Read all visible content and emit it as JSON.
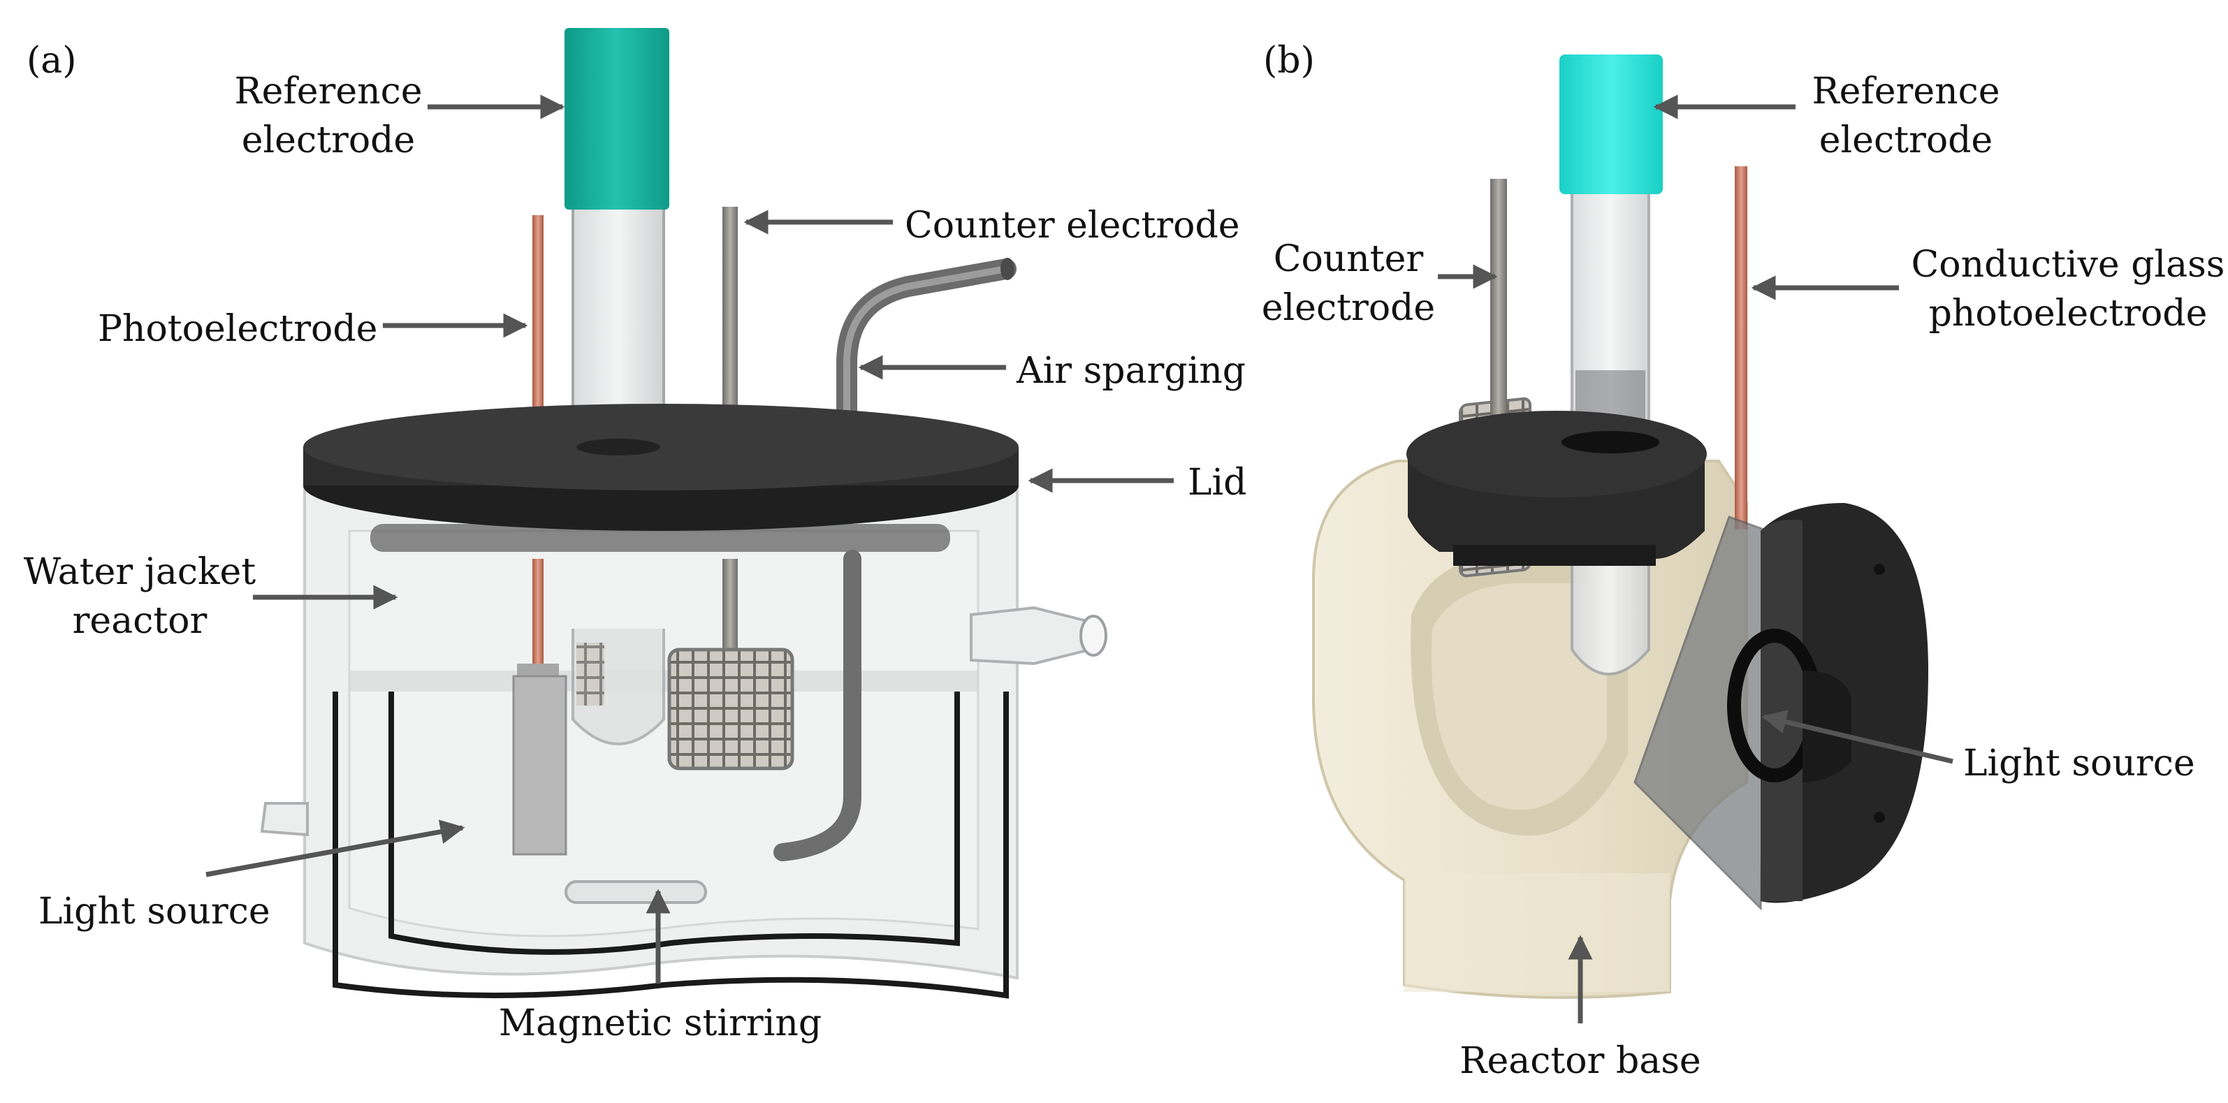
{
  "panel_a": {
    "tag": "(a)",
    "labels": {
      "reference_electrode": [
        "Reference",
        "electrode"
      ],
      "photoelectrode": "Photoelectrode",
      "counter_electrode": "Counter electrode",
      "air_sparging": "Air sparging",
      "lid": "Lid",
      "water_jacket_reactor": [
        "Water jacket",
        "reactor"
      ],
      "light_source": "Light source",
      "magnetic_stirring": "Magnetic stirring"
    }
  },
  "panel_b": {
    "tag": "(b)",
    "labels": {
      "reference_electrode": [
        "Reference",
        "electrode"
      ],
      "counter_electrode": [
        "Counter",
        "electrode"
      ],
      "conductive_glass_photoelectrode": [
        "Conductive glass",
        "photoelectrode"
      ],
      "light_source": "Light source",
      "reactor_base": "Reactor base"
    }
  },
  "colors": {
    "reference_cap_a": "#18b3a0",
    "reference_cap_b": "#2fe6dc",
    "copper_rod": "#c67862",
    "steel_rod": "#8c8a86",
    "lid": "#2b2b2b",
    "reactor_base": "#ede6d2",
    "arrow": "#555555"
  }
}
